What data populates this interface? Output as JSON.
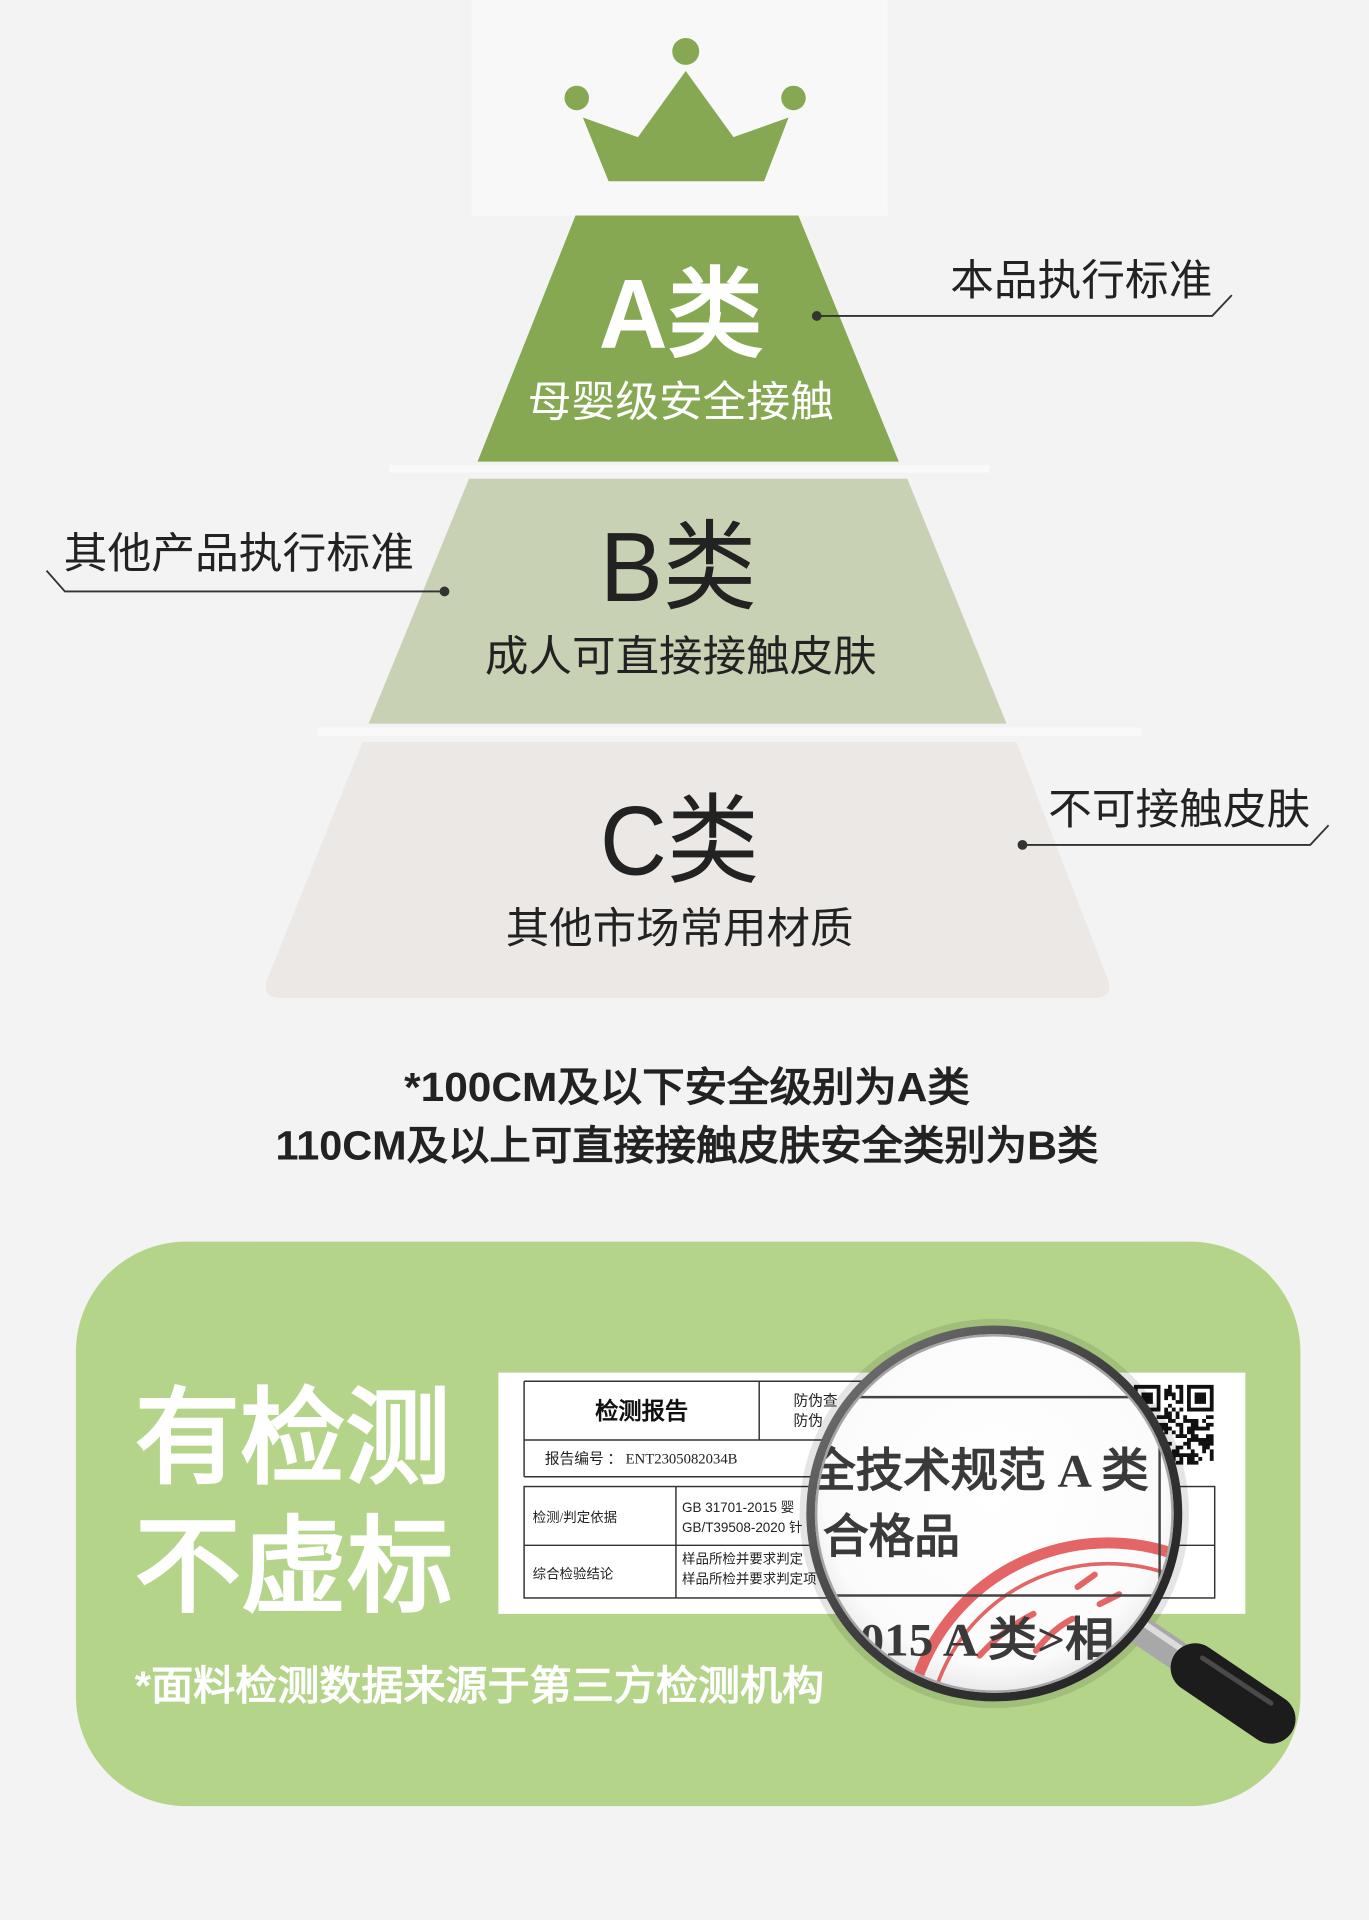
{
  "icons": {
    "crown": "crown-icon",
    "magnifier": "magnifier-icon",
    "qr_code": "qr-code-icon",
    "stamp": "red-stamp"
  },
  "colors": {
    "page_background": "#f3f3f3",
    "crown": "#86a852",
    "banner_background": "#b4d48a",
    "text_dark": "#222222",
    "stamp_red": "#e04b4b"
  },
  "pyramid": {
    "tiers": [
      {
        "grade": "A类",
        "description": "母婴级安全接触",
        "color": "#86a852"
      },
      {
        "grade": "B类",
        "description": "成人可直接接触皮肤",
        "color": "#c8d1b4"
      },
      {
        "grade": "C类",
        "description": "其他市场常用材质",
        "color": "#ebe8e6"
      }
    ],
    "callouts": [
      {
        "text": "本品执行标准"
      },
      {
        "text": "其他产品执行标准"
      },
      {
        "text": "不可接触皮肤"
      }
    ]
  },
  "notes": [
    "*100CM及以下安全级别为A类",
    "110CM及以上可直接接触皮肤安全类别为B类"
  ],
  "testing_banner": {
    "headline": [
      "有检测",
      "不虚标"
    ],
    "footnote": "*面料检测数据来源于第三方检测机构",
    "report": {
      "title": "检测报告",
      "anti_fake_lines": [
        "防伪查",
        "防伪"
      ],
      "report_number_line": "报告编号 ： ENT2305082034B",
      "rows": [
        {
          "label": "检测/判定依据",
          "values": [
            "GB 31701-2015 婴",
            "GB/T39508-2020 针"
          ]
        },
        {
          "label": "综合检验结论",
          "values": [
            "样品所检并要求判定",
            "样品所检并要求判定项"
          ]
        }
      ],
      "magnified_lines": [
        "全技术规范 A 类",
        "合格品",
        "015 A 类>相"
      ]
    }
  }
}
